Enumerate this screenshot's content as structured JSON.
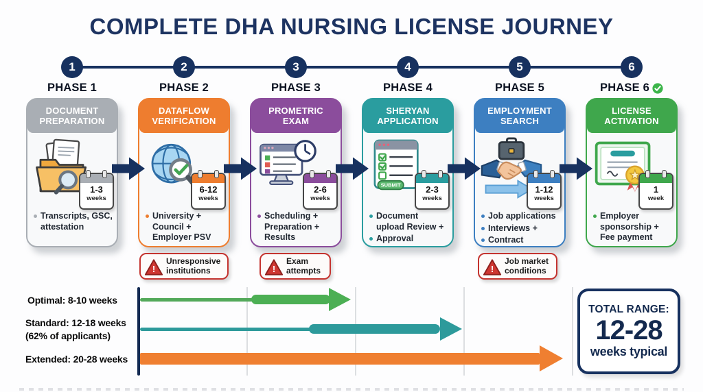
{
  "title": "COMPLETE DHA NURSING LICENSE JOURNEY",
  "colors": {
    "navy": "#17315f",
    "phase_gray": "#a9aeb4",
    "phase_orange": "#ee7d2f",
    "phase_purple": "#8b4d9c",
    "phase_teal": "#2a9d9f",
    "phase_blue": "#3d7fc1",
    "phase_green": "#3fa74c",
    "warning_red": "#c4332f",
    "arrow_green": "#4caf54",
    "arrow_teal": "#2d9a9b",
    "arrow_orange": "#ef7f31"
  },
  "steps": [
    "1",
    "2",
    "3",
    "4",
    "5",
    "6"
  ],
  "phases": [
    {
      "label": "PHASE 1",
      "name": "DOCUMENT PREPARATION",
      "color": "#a9aeb4",
      "icon": "folder-documents-search-icon",
      "duration": "1-3",
      "duration_unit": "weeks",
      "bullets": [
        "Transcripts, GSC, attestation"
      ]
    },
    {
      "label": "PHASE 2",
      "name": "DATAFLOW VERIFICATION",
      "color": "#ee7d2f",
      "icon": "globe-verification-icon",
      "duration": "6-12",
      "duration_unit": "weeks",
      "bullets": [
        "University + Council + Employer PSV"
      ]
    },
    {
      "label": "PHASE 3",
      "name": "PROMETRIC EXAM",
      "color": "#8b4d9c",
      "icon": "monitor-clock-icon",
      "duration": "2-6",
      "duration_unit": "weeks",
      "bullets": [
        "Scheduling + Preparation + Results"
      ]
    },
    {
      "label": "PHASE 4",
      "name": "SHERYAN APPLICATION",
      "color": "#2a9d9f",
      "icon": "checklist-submit-icon",
      "icon_button_label": "SUBMIT",
      "duration": "2-3",
      "duration_unit": "weeks",
      "bullets": [
        "Document upload Review +",
        "Approval"
      ]
    },
    {
      "label": "PHASE 5",
      "name": "EMPLOYMENT SEARCH",
      "color": "#3d7fc1",
      "icon": "handshake-briefcase-icon",
      "duration": "1-12",
      "duration_unit": "weeks",
      "bullets": [
        "Job applications",
        "Interviews +",
        "Contract"
      ]
    },
    {
      "label": "PHASE 6",
      "name": "LICENSE ACTIVATION",
      "color": "#3fa74c",
      "icon": "certificate-seal-icon",
      "completed": true,
      "duration": "1",
      "duration_unit": "week",
      "bullets": [
        "Employer sponsorship + Fee payment"
      ]
    }
  ],
  "warnings": [
    {
      "text": "Unresponsive institutions",
      "under_phase": "PHASE 2"
    },
    {
      "text": "Exam attempts",
      "under_phase": "PHASE 3"
    },
    {
      "text": "Job market conditions",
      "under_phase": "PHASE 5"
    }
  ],
  "timeline": {
    "type": "gantt-arrows",
    "axis_max_weeks": 28,
    "rows": [
      {
        "label": "Optimal: 8-10 weeks",
        "sublabel": "",
        "weeks_min": 8,
        "weeks_max": 10,
        "color": "#4caf54"
      },
      {
        "label": "Standard: 12-18 weeks",
        "sublabel": "(62% of applicants)",
        "weeks_min": 12,
        "weeks_max": 18,
        "color": "#2d9a9b"
      },
      {
        "label": "Extended: 20-28 weeks",
        "sublabel": "",
        "weeks_min": 20,
        "weeks_max": 28,
        "color": "#ef7f31"
      }
    ]
  },
  "total": {
    "heading": "TOTAL RANGE:",
    "range": "12-28",
    "caption": "weeks typical"
  }
}
